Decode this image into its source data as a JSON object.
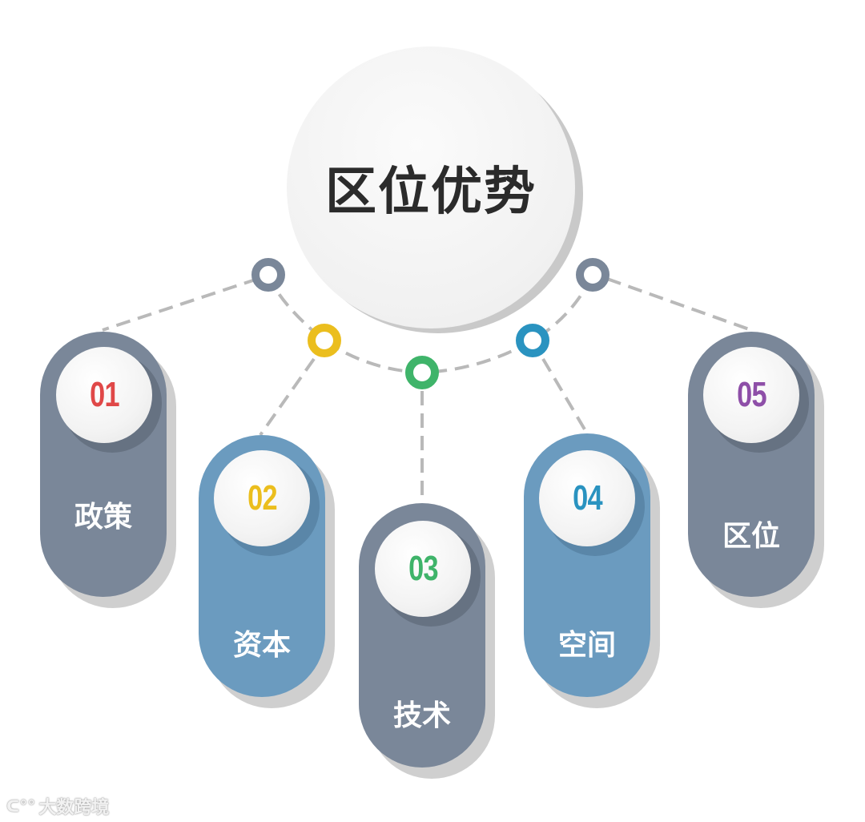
{
  "title": "区位优势",
  "colors": {
    "slate": "#7a8799",
    "steel_blue": "#6b9bbf",
    "red": "#e04848",
    "yellow": "#ebbe1e",
    "green": "#3fb46a",
    "blue": "#2a93c0",
    "purple": "#8e4fa8",
    "dash": "#b9b9b9"
  },
  "items": [
    {
      "number": "01",
      "label": "政策",
      "number_color": "#e04848",
      "pill_color": "#7a8799",
      "node_color": "#7a8799"
    },
    {
      "number": "02",
      "label": "资本",
      "number_color": "#ebbe1e",
      "pill_color": "#6b9bbf",
      "node_color": "#ebbe1e"
    },
    {
      "number": "03",
      "label": "技术",
      "number_color": "#3fb46a",
      "pill_color": "#7a8799",
      "node_color": "#3fb46a"
    },
    {
      "number": "04",
      "label": "空间",
      "number_color": "#2a93c0",
      "pill_color": "#6b9bbf",
      "node_color": "#2a93c0"
    },
    {
      "number": "05",
      "label": "区位",
      "number_color": "#8e4fa8",
      "pill_color": "#7a8799",
      "node_color": "#7a8799"
    }
  ],
  "watermark": {
    "icon": "logo-icon",
    "text": "大数跨境"
  }
}
